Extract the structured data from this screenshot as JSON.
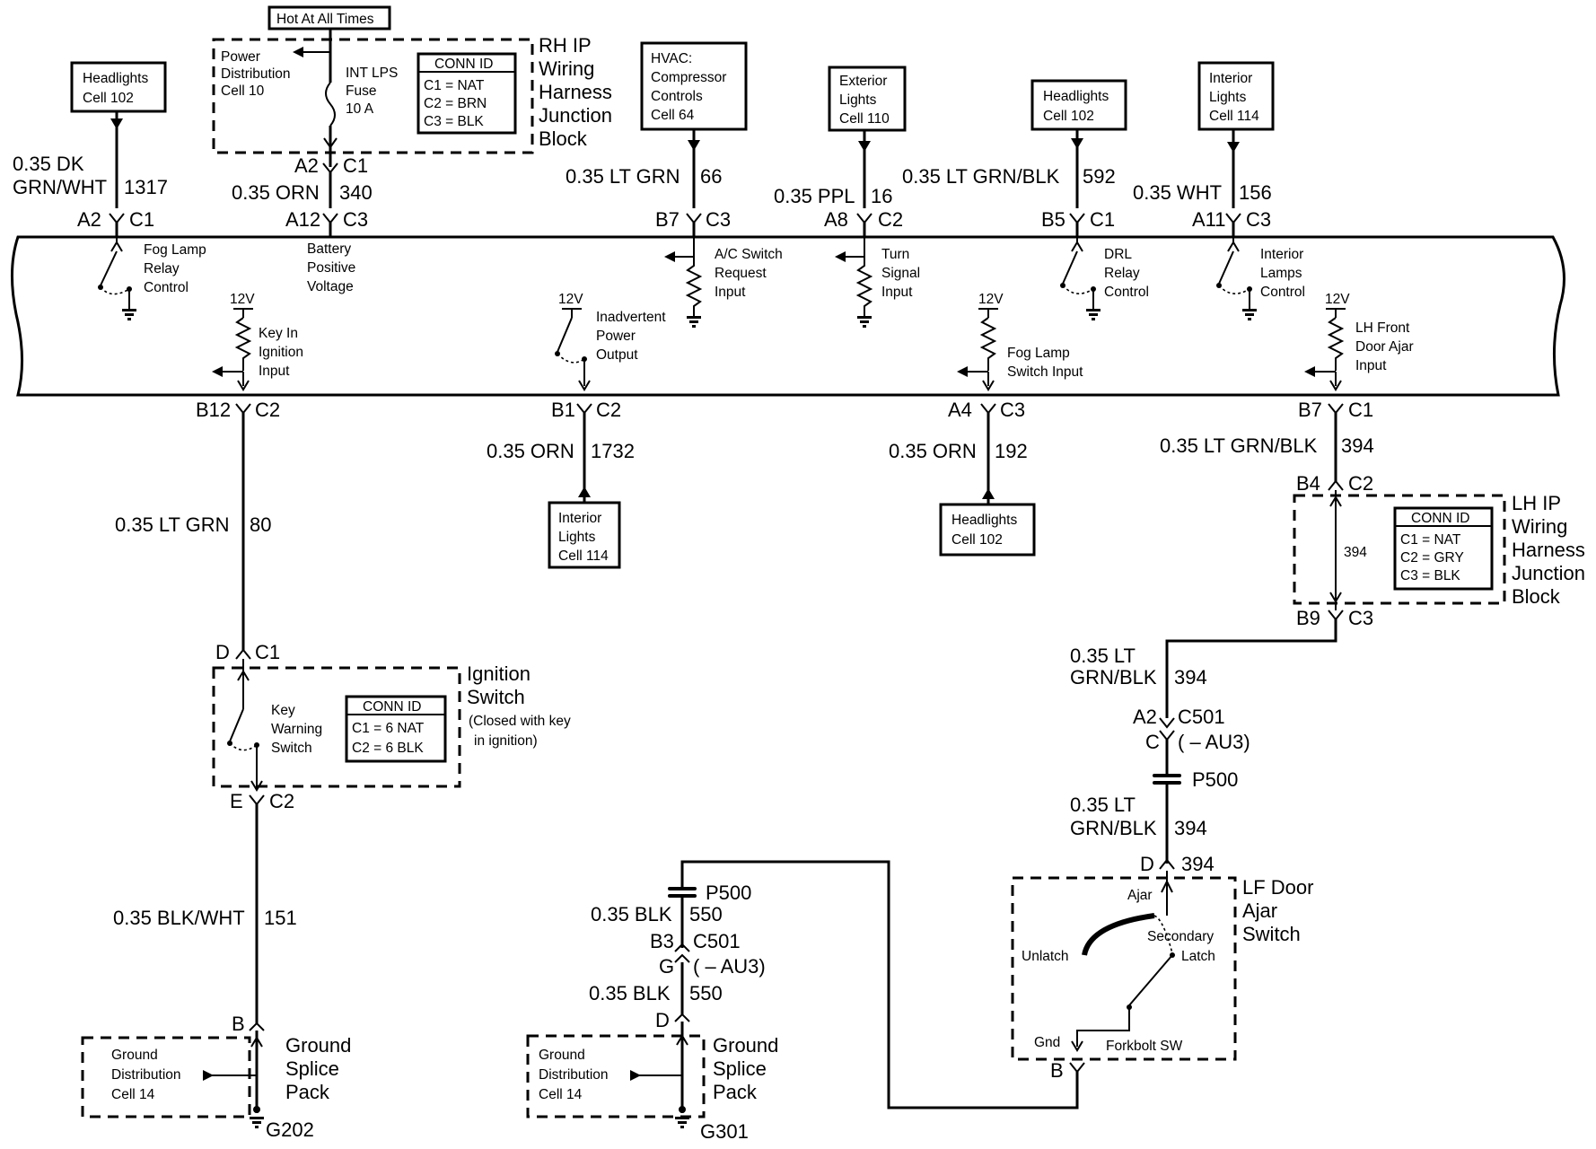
{
  "top_refs": [
    {
      "lines": [
        "Headlights",
        "Cell 102"
      ]
    },
    {
      "lines": [
        "HVAC:",
        "Compressor",
        "Controls",
        "Cell 64"
      ]
    },
    {
      "lines": [
        "Exterior",
        "Lights",
        "Cell 110"
      ]
    },
    {
      "lines": [
        "Headlights",
        "Cell 102"
      ]
    },
    {
      "lines": [
        "Interior",
        "Lights",
        "Cell 114"
      ]
    }
  ],
  "bottom_refs": [
    {
      "lines": [
        "Interior",
        "Lights",
        "Cell 114"
      ]
    },
    {
      "lines": [
        "Headlights",
        "Cell 102"
      ]
    }
  ],
  "hot_at_all_times": "Hot At All Times",
  "rh_block": {
    "dist": [
      "Power",
      "Distribution",
      "Cell 10"
    ],
    "fuse": [
      "INT LPS",
      "Fuse",
      "10 A"
    ],
    "conn_title": "CONN ID",
    "conn": [
      "C1 = NAT",
      "C2 = BRN",
      "C3 = BLK"
    ],
    "title": [
      "RH IP",
      "Wiring",
      "Harness",
      "Junction",
      "Block"
    ]
  },
  "top_wires": [
    {
      "l1": "0.35 DK",
      "l2": "GRN/WHT",
      "num": "1317",
      "pin": "A2",
      "conn": "C1"
    },
    {
      "l1": "0.35 ORN",
      "l2": "",
      "num": "340",
      "pin": "A12",
      "conn": "C3"
    },
    {
      "l1": "0.35 LT GRN",
      "l2": "",
      "num": "66",
      "pin": "B7",
      "conn": "C3"
    },
    {
      "l1": "0.35 PPL",
      "l2": "",
      "num": "16",
      "pin": "A8",
      "conn": "C2"
    },
    {
      "l1": "0.35 LT GRN/BLK",
      "l2": "",
      "num": "592",
      "pin": "B5",
      "conn": "C1"
    },
    {
      "l1": "0.35 WHT",
      "l2": "",
      "num": "156",
      "pin": "A11",
      "conn": "C3"
    }
  ],
  "fuse_out": {
    "pin": "A2",
    "conn": "C1"
  },
  "module_labels": {
    "fog_relay": [
      "Fog Lamp",
      "Relay",
      "Control"
    ],
    "battery": [
      "Battery",
      "Positive",
      "Voltage"
    ],
    "ac_switch": [
      "A/C Switch",
      "Request",
      "Input"
    ],
    "turn": [
      "Turn",
      "Signal",
      "Input"
    ],
    "drl": [
      "DRL",
      "Relay",
      "Control"
    ],
    "int_lamps": [
      "Interior",
      "Lamps",
      "Control"
    ],
    "key_in": [
      "Key In",
      "Ignition",
      "Input"
    ],
    "inadvertent": [
      "Inadvertent",
      "Power",
      "Output"
    ],
    "fog_switch": [
      "Fog Lamp",
      "Switch Input"
    ],
    "lh_door": [
      "LH Front",
      "Door Ajar",
      "Input"
    ],
    "v12": "12V"
  },
  "bottom_conns": [
    {
      "pin": "B12",
      "conn": "C2"
    },
    {
      "pin": "B1",
      "conn": "C2"
    },
    {
      "pin": "A4",
      "conn": "C3"
    },
    {
      "pin": "B7",
      "conn": "C1"
    }
  ],
  "bottom_wires": {
    "w80": {
      "color": "0.35 LT GRN",
      "num": "80"
    },
    "w1732": {
      "color": "0.35 ORN",
      "num": "1732"
    },
    "w192": {
      "color": "0.35 ORN",
      "num": "192"
    },
    "w394a": {
      "color": "0.35 LT GRN/BLK",
      "num": "394"
    }
  },
  "lh_block": {
    "b4": "B4",
    "c2": "C2",
    "inner": "394",
    "conn_title": "CONN ID",
    "conn": [
      "C1 = NAT",
      "C2 = GRY",
      "C3 = BLK"
    ],
    "title": [
      "LH IP",
      "Wiring",
      "Harness",
      "Junction",
      "Block"
    ],
    "b9": "B9",
    "c3": "C3"
  },
  "ignition": {
    "d": "D",
    "c1": "C1",
    "key": [
      "Key",
      "Warning",
      "Switch"
    ],
    "conn_title": "CONN ID",
    "conn": [
      "C1 = 6 NAT",
      "C2 = 6 BLK"
    ],
    "title": [
      "Ignition",
      "Switch"
    ],
    "note": [
      "(Closed with key",
      "in ignition)"
    ],
    "e": "E",
    "c2": "C2"
  },
  "w151": {
    "color": "0.35 BLK/WHT",
    "num": "151"
  },
  "ground1": {
    "b": "B",
    "dist": [
      "Ground",
      "Distribution",
      "Cell 14"
    ],
    "title": [
      "Ground",
      "Splice",
      "Pack"
    ],
    "g": "G202"
  },
  "ground2": {
    "d": "D",
    "dist": [
      "Ground",
      "Distribution",
      "Cell 14"
    ],
    "title": [
      "Ground",
      "Splice",
      "Pack"
    ],
    "g": "G301"
  },
  "w550": {
    "p500": "P500",
    "color1": "0.35 BLK",
    "num1": "550",
    "b3": "B3",
    "c501": "C501",
    "g": "G",
    "au3": "( – AU3)",
    "color2": "0.35  BLK",
    "num2": "550"
  },
  "w394b": {
    "c1": "0.35 LT",
    "c2": "GRN/BLK",
    "num": "394",
    "a2": "A2",
    "c501": "C501",
    "c": "C",
    "au3": "( – AU3)",
    "p500": "P500",
    "c3": "0.35 LT",
    "c4": "GRN/BLK",
    "num2": "394",
    "d": "D",
    "num3": "394"
  },
  "lf_door": {
    "title": [
      "LF Door",
      "Ajar",
      "Switch"
    ],
    "ajar": "Ajar",
    "secondary": "Secondary",
    "latch": "Latch",
    "unlatch": "Unlatch",
    "gnd": "Gnd",
    "forkbolt": "Forkbolt SW",
    "b": "B"
  }
}
